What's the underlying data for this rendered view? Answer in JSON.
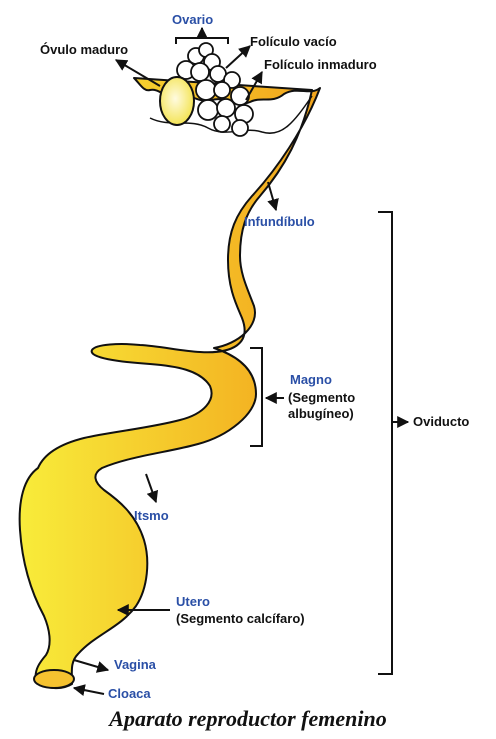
{
  "labels": {
    "ovario": "Ovario",
    "ovulo_maduro": "Óvulo maduro",
    "foliculo_vacio": "Folículo vacío",
    "foliculo_inmaduro": "Folículo inmaduro",
    "infundibulo": "Infundíbulo",
    "magno": "Magno",
    "magno_desc_1": "(Segmento",
    "magno_desc_2": "albugíneo)",
    "oviducto": "Oviducto",
    "itsmo": "Itsmo",
    "utero": "Utero",
    "utero_desc": "(Segmento calcífaro)",
    "vagina": "Vagina",
    "cloaca": "Cloaca"
  },
  "caption": "Aparato reproductor femenino",
  "colors": {
    "organ_light": "#f8ec3a",
    "organ_dark": "#f2a41c",
    "outline": "#111111",
    "label_blue": "#2a4fa6",
    "ovum": "#fbf3a0"
  }
}
